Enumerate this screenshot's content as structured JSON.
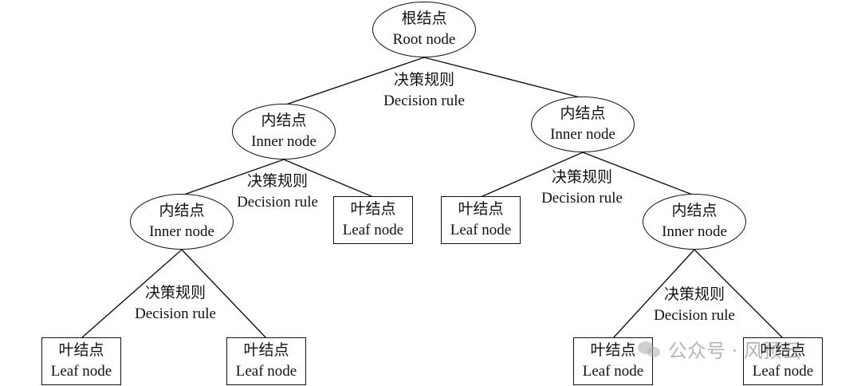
{
  "diagram": {
    "nodes": {
      "root": {
        "zh": "根结点",
        "en": "Root node"
      },
      "inL": {
        "zh": "内结点",
        "en": "Inner node"
      },
      "inR": {
        "zh": "内结点",
        "en": "Inner node"
      },
      "inLL": {
        "zh": "内结点",
        "en": "Inner node"
      },
      "inRR": {
        "zh": "内结点",
        "en": "Inner node"
      },
      "leafA": {
        "zh": "叶结点",
        "en": "Leaf node"
      },
      "leafB": {
        "zh": "叶结点",
        "en": "Leaf node"
      },
      "leafC": {
        "zh": "叶结点",
        "en": "Leaf node"
      },
      "leafD": {
        "zh": "叶结点",
        "en": "Leaf node"
      },
      "leafE": {
        "zh": "叶结点",
        "en": "Leaf node"
      },
      "leafF": {
        "zh": "叶结点",
        "en": "Leaf node"
      }
    },
    "rules": {
      "root": {
        "zh": "决策规则",
        "en": "Decision rule"
      },
      "inL": {
        "zh": "决策规则",
        "en": "Decision rule"
      },
      "inR": {
        "zh": "决策规则",
        "en": "Decision rule"
      },
      "inLL": {
        "zh": "决策规则",
        "en": "Decision rule"
      },
      "inRR": {
        "zh": "决策规则",
        "en": "Decision rule"
      }
    },
    "edges": [
      [
        "root",
        "inL"
      ],
      [
        "root",
        "inR"
      ],
      [
        "inL",
        "inLL"
      ],
      [
        "inL",
        "leafA"
      ],
      [
        "inR",
        "leafB"
      ],
      [
        "inR",
        "inRR"
      ],
      [
        "inLL",
        "leafC"
      ],
      [
        "inLL",
        "leafD"
      ],
      [
        "inRR",
        "leafE"
      ],
      [
        "inRR",
        "leafF"
      ]
    ]
  },
  "watermark": {
    "text": "公众号 · 风预云"
  }
}
